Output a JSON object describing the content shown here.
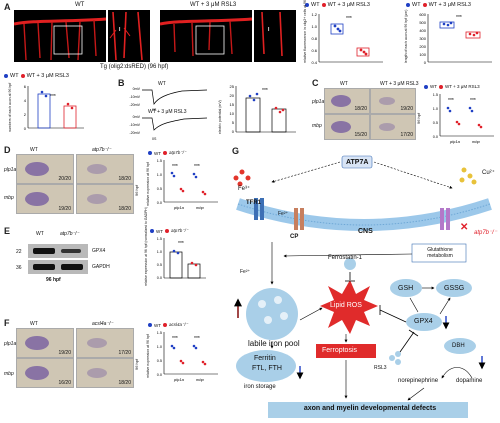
{
  "panelA": {
    "letter": "A",
    "wt": "WT",
    "rsl3": "WT + 3 μM RSL3",
    "caption": "Tg (olig2:dsRED) (96 hpf)",
    "roman": [
      "I",
      "I",
      "I"
    ],
    "sig": "***"
  },
  "chart_fluor": {
    "legend": [
      "WT",
      "WT + 3 μM RSL3"
    ],
    "ylabel": "relative fluorescence in olig2+ cells at 96 hpf",
    "ticks": [
      "1.2",
      "1.0",
      "0.8",
      "0.6",
      "0.4"
    ],
    "sig": "***",
    "chart_data": {
      "type": "box",
      "series": [
        {
          "name": "WT",
          "values": [
            1.05,
            1.0,
            0.95,
            1.1,
            1.0
          ]
        },
        {
          "name": "WT + 3 μM RSL3",
          "values": [
            0.5,
            0.45,
            0.55,
            0.5
          ]
        }
      ],
      "ylim": [
        0.4,
        1.2
      ]
    }
  },
  "chart_length": {
    "legend": [
      "WT",
      "WT + 3 μM RSL3"
    ],
    "ylabel": "length of each axon at 96 hpf (μm)",
    "ticks": [
      "600",
      "500",
      "400",
      "300",
      "200",
      "100",
      "0"
    ],
    "sig": "***",
    "chart_data": {
      "type": "bar",
      "series": [
        {
          "name": "WT",
          "values": [
            520
          ]
        },
        {
          "name": "WT + 3 μM RSL3",
          "values": [
            390
          ]
        }
      ],
      "ylim": [
        0,
        600
      ]
    }
  },
  "chart_numbers": {
    "legend": [
      "WT",
      "WT + 3 μM RSL3"
    ],
    "ylabel": "numbers of each axon at 96 hpf",
    "ticks": [
      "6",
      "4",
      "2",
      "0"
    ],
    "sig": "***",
    "chart_data": {
      "type": "bar",
      "series": [
        {
          "name": "WT",
          "values": [
            4.8
          ]
        },
        {
          "name": "WT + 3 μM RSL3",
          "values": [
            3.2
          ]
        }
      ],
      "ylim": [
        0,
        6
      ]
    }
  },
  "panelB": {
    "letter": "B",
    "wt": "WT",
    "rsl3": "WT + 3 μM RSL3",
    "ylabels": [
      "0mV",
      "-10mV",
      "-20mV",
      "0mV",
      "-10mV",
      "-20mV"
    ],
    "xlabel": "0S",
    "chart": {
      "ylabel": "electric potential (mV)",
      "ticks": [
        "25",
        "20",
        "15",
        "10",
        "5",
        "0"
      ],
      "sig": "***",
      "chart_data": {
        "type": "bar",
        "series": [
          {
            "name": "WT",
            "values": [
              19
            ]
          },
          {
            "name": "WT + 3 μM RSL3",
            "values": [
              13
            ]
          }
        ],
        "ylim": [
          0,
          25
        ]
      }
    }
  },
  "panelC": {
    "letter": "C",
    "wt": "WT",
    "rsl3": "WT + 3 μM RSL3",
    "rows": [
      "plp1a",
      "mbp"
    ],
    "fracs": [
      "18/20",
      "19/20",
      "15/20",
      "17/20"
    ],
    "side": "96 hpf",
    "chart": {
      "legend": [
        "WT",
        "WT + 3 μM RSL3"
      ],
      "ylabel": "relative expression at 96 hpf",
      "ticks": [
        "1.5",
        "1.0",
        "0.5",
        "0.0"
      ],
      "categories": [
        "plp1a",
        "mbp"
      ],
      "sig": [
        "***",
        "***"
      ],
      "chart_data": {
        "type": "box",
        "categories": [
          "plp1a",
          "mbp"
        ],
        "series": [
          {
            "name": "WT",
            "values": [
              1.0,
              1.0
            ]
          },
          {
            "name": "WT + 3 μM RSL3",
            "values": [
              0.45,
              0.35
            ]
          }
        ],
        "ylim": [
          0,
          1.5
        ]
      }
    }
  },
  "panelD": {
    "letter": "D",
    "wt": "WT",
    "mut": "atp7b⁻/⁻",
    "rows": [
      "plp1a",
      "mbp"
    ],
    "fracs": [
      "20/20",
      "18/20",
      "19/20",
      "18/20"
    ],
    "side": "96 hpf",
    "chart": {
      "legend": [
        "WT",
        "atp7b⁻/⁻"
      ],
      "ylabel": "relative expression at 96 hpf",
      "ticks": [
        "1.5",
        "1.0",
        "0.5",
        "0.0"
      ],
      "categories": [
        "plp1a",
        "mbp"
      ],
      "sig": [
        "***",
        "***"
      ],
      "chart_data": {
        "type": "box",
        "categories": [
          "plp1a",
          "mbp"
        ],
        "series": [
          {
            "name": "WT",
            "values": [
              1.0,
              1.0
            ]
          },
          {
            "name": "atp7b⁻/⁻",
            "values": [
              0.4,
              0.3
            ]
          }
        ],
        "ylim": [
          0,
          1.5
        ]
      }
    }
  },
  "panelE": {
    "letter": "E",
    "wt": "WT",
    "mut": "atp7b⁻/⁻",
    "kda": [
      "22",
      "36"
    ],
    "bands": [
      "GPX4",
      "GAPDH"
    ],
    "caption": "96 hpf",
    "chart": {
      "legend": [
        "WT",
        "atp7b⁻/⁻"
      ],
      "ylabel": "relative expression at 96 hpf (normalized to GADPH)",
      "ticks": [
        "1.5",
        "1.0",
        "0.5",
        "0.0"
      ],
      "sig": "***",
      "chart_data": {
        "type": "bar",
        "series": [
          {
            "name": "WT",
            "values": [
              1.0
            ]
          },
          {
            "name": "atp7b⁻/⁻",
            "values": [
              0.55
            ]
          }
        ],
        "ylim": [
          0,
          1.5
        ]
      }
    }
  },
  "panelF": {
    "letter": "F",
    "wt": "WT",
    "mut": "acsl4a⁻/⁻",
    "rows": [
      "plp1a",
      "mbp"
    ],
    "fracs": [
      "19/20",
      "17/20",
      "16/20",
      "18/20"
    ],
    "side": "96 hpf",
    "chart": {
      "legend": [
        "WT",
        "acsl4a⁻/⁻"
      ],
      "ylabel": "relative expression at 96 hpf",
      "ticks": [
        "1.5",
        "1.0",
        "0.5",
        "0.0"
      ],
      "categories": [
        "plp1a",
        "mbp"
      ],
      "sig": [
        "***",
        "***"
      ],
      "chart_data": {
        "type": "box",
        "categories": [
          "plp1a",
          "mbp"
        ],
        "series": [
          {
            "name": "WT",
            "values": [
              1.0,
              1.0
            ]
          },
          {
            "name": "acsl4a⁻/⁻",
            "values": [
              0.45,
              0.4
            ]
          }
        ],
        "ylim": [
          0,
          1.5
        ]
      }
    }
  },
  "panelG": {
    "letter": "G",
    "atp7a": "ATP7A",
    "fe3": "Fe³⁺",
    "tfr1": "TFR1",
    "fe2a": "Fe²⁺",
    "cp": "CP",
    "cns": "CNS",
    "cu": "Cu²⁺",
    "atp7b": "atp7b⁻/⁻",
    "fe2b": "Fe²⁺",
    "ferro1": "Ferrostatin-1",
    "glut": "Glutathione metabolism",
    "gsh": "GSH",
    "gssg": "GSSG",
    "pool": "labile iron pool",
    "lros": "Lipid ROS",
    "gpx4": "GPX4",
    "ferroptosis": "Ferroptosis",
    "rsl3": "RSL3",
    "dbh": "DBH",
    "ferritin": "Ferritin",
    "ftl": "FTL, FTH",
    "storage": "iron storage",
    "norepi": "norepinephrine",
    "dopamine": "dopamine",
    "defects": "axon and myelin developmental defects"
  },
  "colors": {
    "wt": "#1f3fc4",
    "treat": "#e0202a",
    "membrane": "#9cc8ea",
    "bubble": "#a9cfe8"
  }
}
